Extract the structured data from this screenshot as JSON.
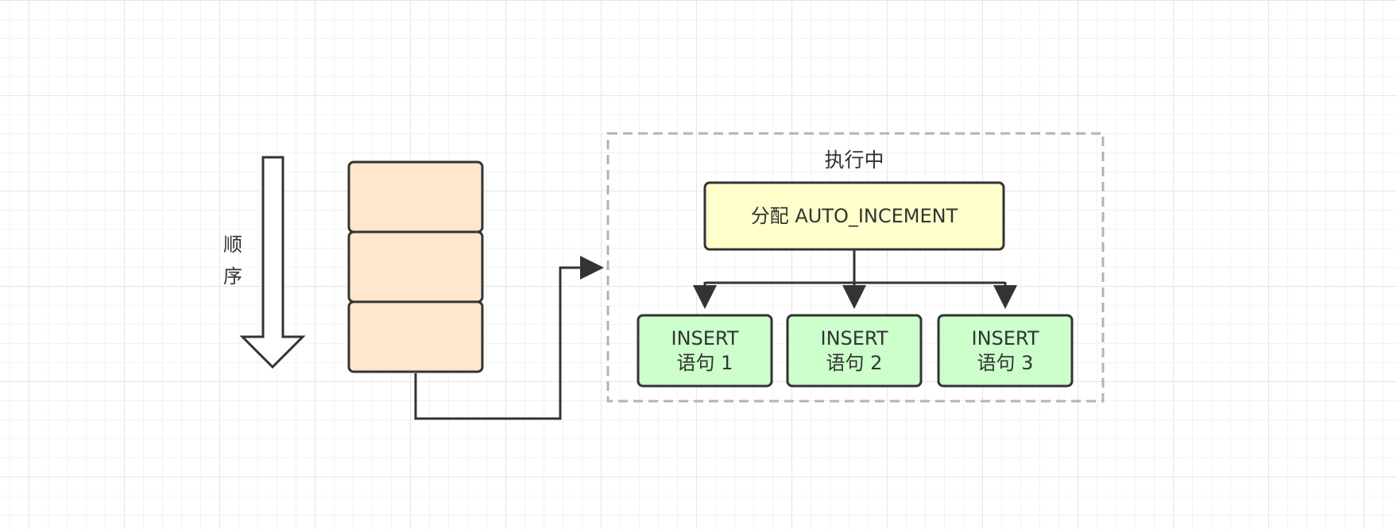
{
  "order_label": {
    "line1": "顺",
    "line2": "序"
  },
  "group_title": "执行中",
  "allocate_box": {
    "text": "分配 AUTO_INCEMENT"
  },
  "insert_boxes": [
    {
      "line1": "INSERT",
      "line2": "语句 1"
    },
    {
      "line1": "INSERT",
      "line2": "语句 2"
    },
    {
      "line1": "INSERT",
      "line2": "语句 3"
    }
  ],
  "colors": {
    "queue_fill": "#ffe6cc",
    "allocate_fill": "#ffffcc",
    "insert_fill": "#ccffcc",
    "stroke": "#333333",
    "group_border": "#b3b3b3"
  }
}
